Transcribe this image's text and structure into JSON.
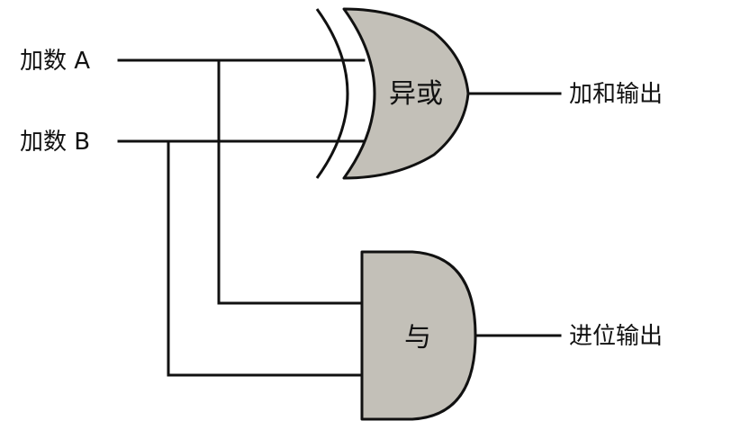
{
  "inputs": {
    "a": "加数 A",
    "b": "加数 B"
  },
  "gates": {
    "xor": "异或",
    "and": "与"
  },
  "outputs": {
    "sum": "加和输出",
    "carry": "进位输出"
  },
  "colors": {
    "gate_fill": "#c3c0b8",
    "line": "#111111"
  }
}
